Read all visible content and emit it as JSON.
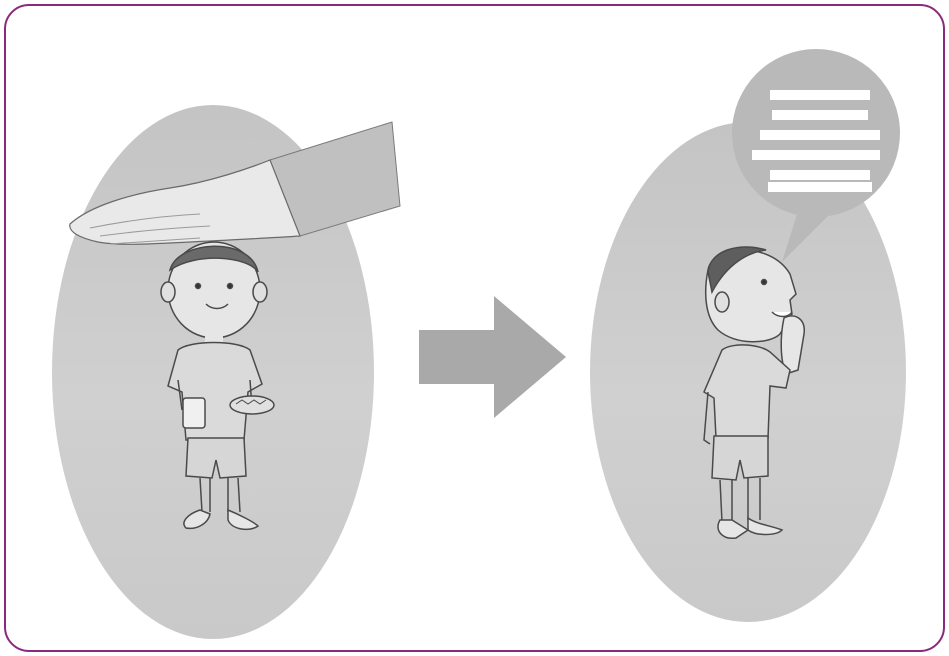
{
  "illustration": {
    "panels": [
      {
        "id": "left",
        "subject": "boy-with-cup-and-food",
        "overhead": "protecting-hand"
      },
      {
        "id": "right",
        "subject": "boy-speaking",
        "overhead": "speech-bubble"
      }
    ],
    "transition": "arrow-right",
    "colors": {
      "border": "#8a2a7e",
      "oval": "#c8c8c8",
      "arrow": "#a9a9a9",
      "bubble": "#b9b9b9",
      "bubble_lines": "#ffffff",
      "ink": "#4a4a4a",
      "skin_light": "#e6e6e6",
      "shirt": "#d9d9d9"
    },
    "icons": [
      "hand-icon",
      "arrow-right-icon",
      "speech-bubble-icon"
    ]
  }
}
